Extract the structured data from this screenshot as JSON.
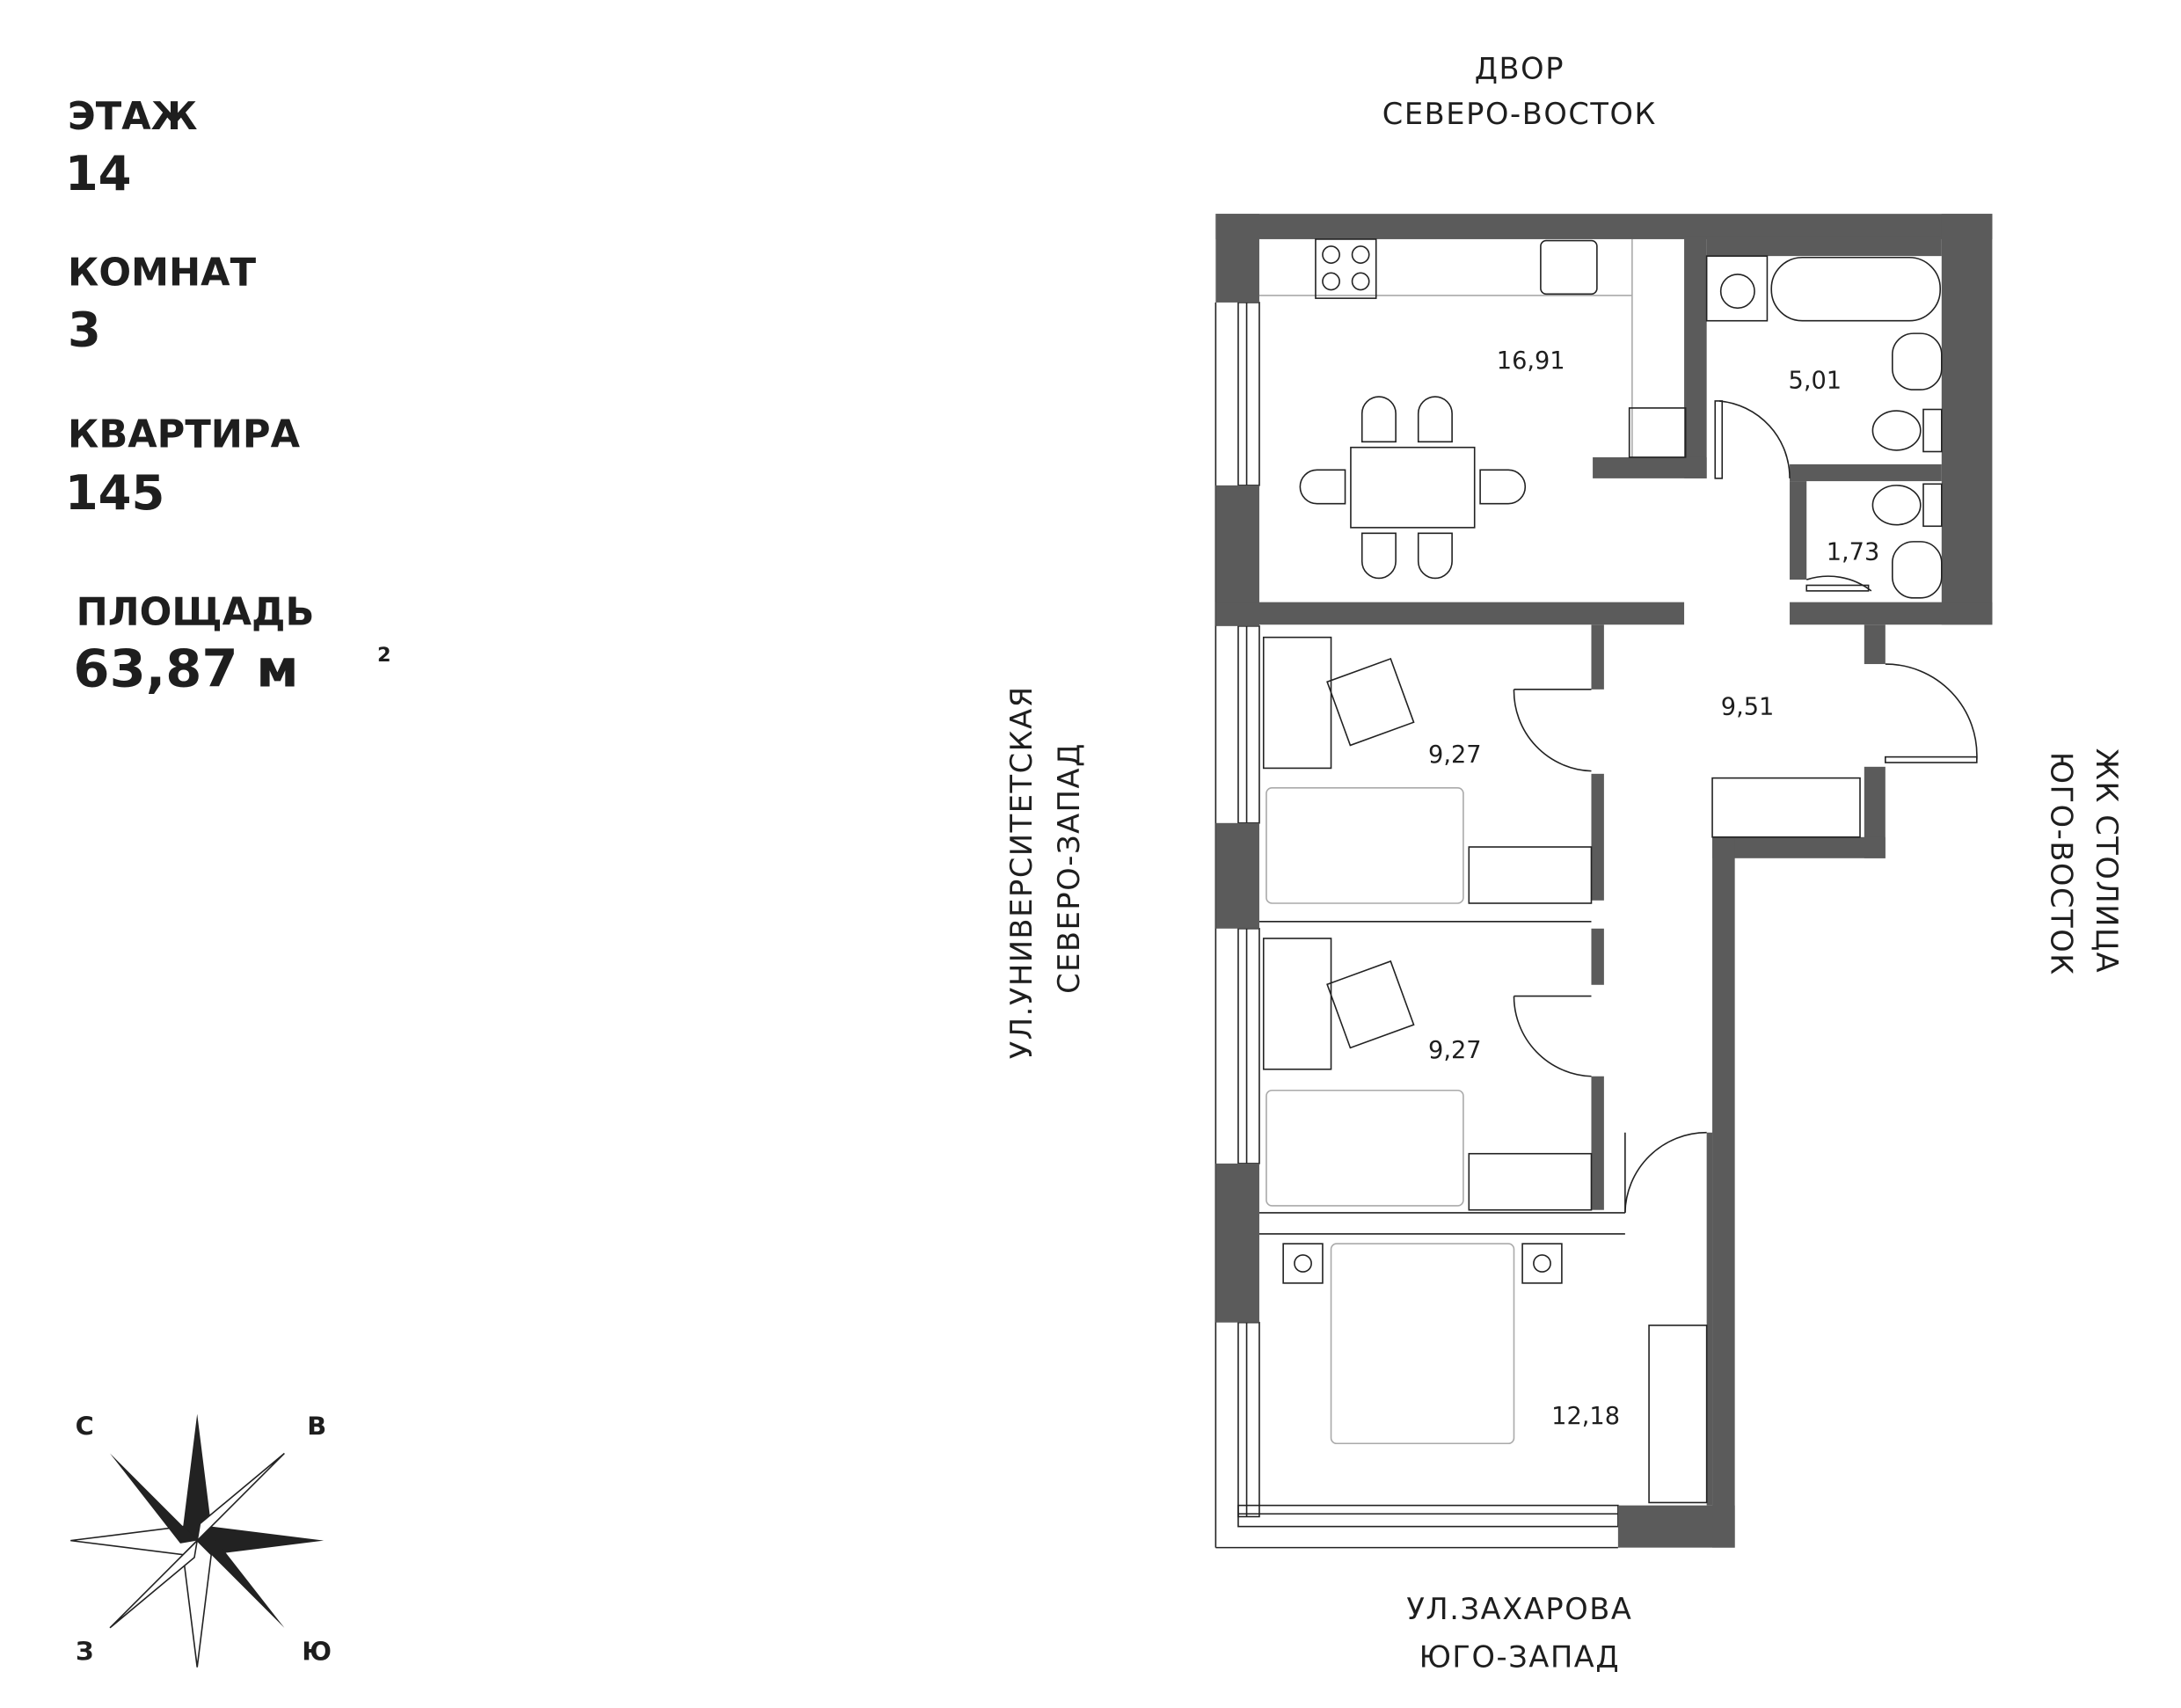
{
  "info": {
    "floor_label": "ЭТАЖ",
    "floor_value": "14",
    "rooms_label": "КОМНАТ",
    "rooms_value": "3",
    "apartment_label": "КВАРТИРА",
    "apartment_value": "145",
    "area_label": "ПЛОЩАДЬ",
    "area_value": "63,87 м",
    "area_unit_sup": "2"
  },
  "orientation": {
    "top_line1": "ДВОР",
    "top_line2": "СЕВЕРО-ВОСТОК",
    "bottom_line1": "УЛ.ЗАХАРОВА",
    "bottom_line2": "ЮГО-ЗАПАД",
    "left_line1": "УЛ.УНИВЕРСИТЕТСКАЯ",
    "left_line2": "СЕВЕРО-ЗАПАД",
    "right_line1": "ЖК СТОЛИЦА",
    "right_line2": "ЮГО-ВОСТОК"
  },
  "rooms": {
    "kitchen": "16,91",
    "bathroom": "5,01",
    "toilet": "1,73",
    "hall": "9,51",
    "bedroom1": "9,27",
    "bedroom2": "9,27",
    "bedroom3": "12,18"
  },
  "compass": {
    "north": "С",
    "east": "В",
    "west": "З",
    "south": "Ю"
  },
  "colors": {
    "wall": "#5b5b5b",
    "text": "#1e1e1e"
  }
}
